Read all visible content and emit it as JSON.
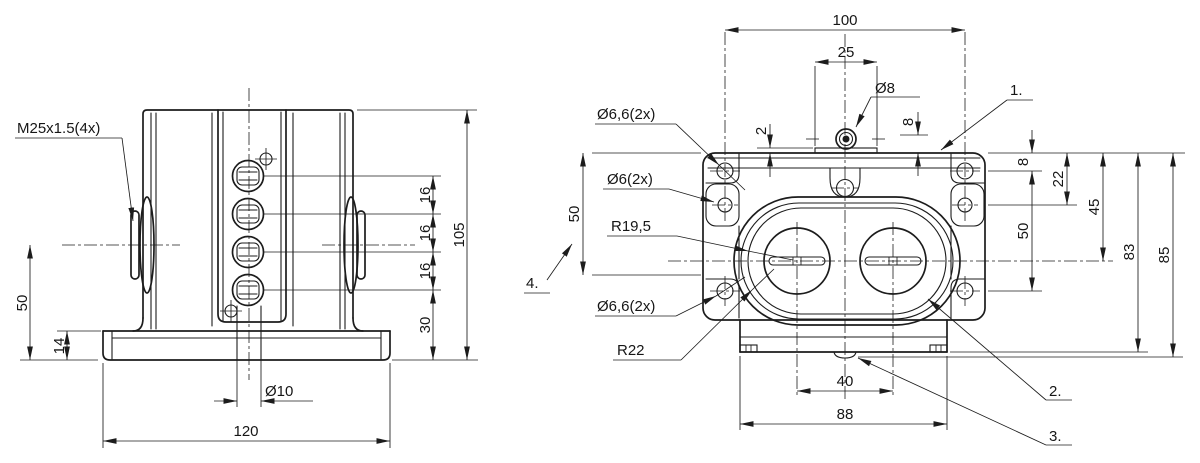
{
  "side_view": {
    "thread_callout": "M25x1.5(4x)",
    "dims": {
      "gland_height": "50",
      "flange_thickness": "14",
      "base_width": "120",
      "hole_dia": "Ø10",
      "pitch1": "16",
      "pitch2": "16",
      "pitch3": "16",
      "bottom_offset": "30",
      "overall_height": "105"
    }
  },
  "top_view": {
    "dims": {
      "hole_pitch_x": "100",
      "plate_width": "25",
      "stud_dia": "Ø8",
      "plate_height": "2",
      "stud_offset": "8",
      "pitch_y_left": "50",
      "edge_to_hole": "8",
      "pitch_y_right": "50",
      "edge_to_side_hole": "22",
      "edge_to_center": "45",
      "body_depth": "83",
      "overall_depth": "85",
      "slot_pitch": "40",
      "flange_width": "88"
    },
    "callouts": {
      "corner_hole_top": "Ø6,6(2x)",
      "side_hole": "Ø6(2x)",
      "radius_inner": "R19,5",
      "corner_hole_bottom": "Ø6,6(2x)",
      "radius_groove": "R22",
      "item1": "1.",
      "item2": "2.",
      "item3": "3.",
      "item4": "4."
    }
  }
}
